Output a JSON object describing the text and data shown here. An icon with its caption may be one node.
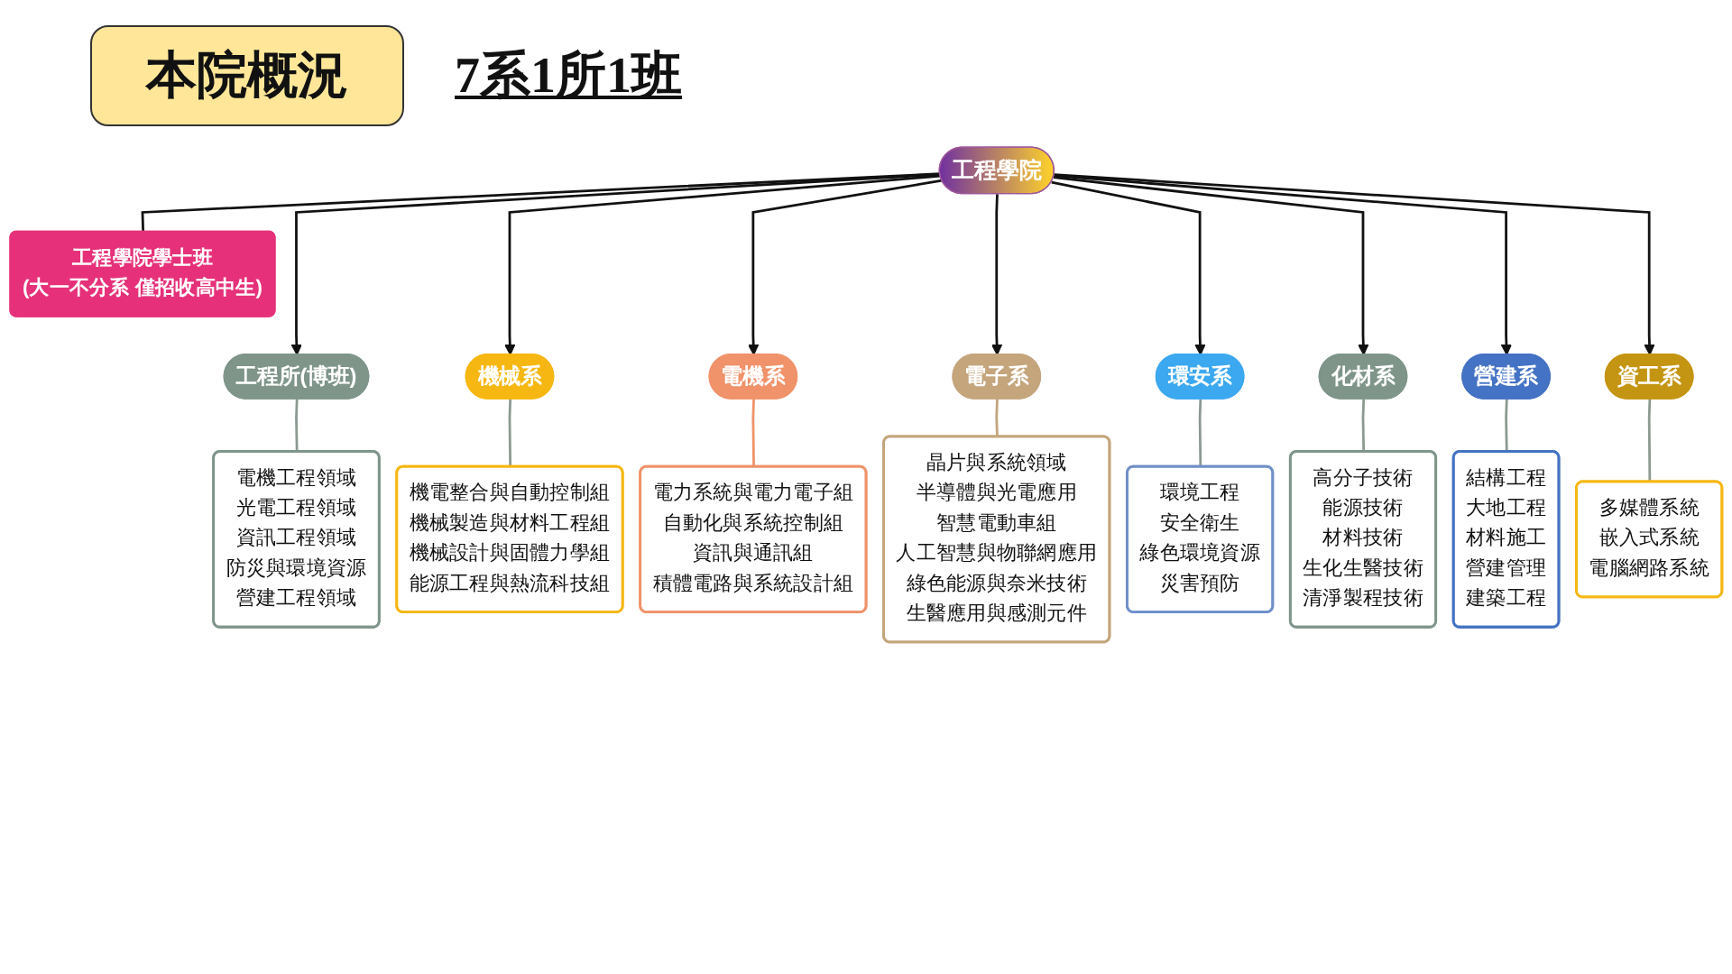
{
  "diagram": {
    "title": "本院概況",
    "nodes": [
      {
        "text": [
          "工程學院"
        ]
      },
      {
        "text": [
          "工程學院學士班",
          "(大一不分系 僅招收高中生)"
        ]
      },
      {
        "text": [
          "工程所(博班)"
        ]
      },
      {
        "text": [
          "機械系"
        ]
      },
      {
        "text": [
          "電機系"
        ]
      },
      {
        "text": [
          "電子系"
        ]
      },
      {
        "text": [
          "環安系"
        ]
      },
      {
        "text": [
          "化材系"
        ]
      },
      {
        "text": [
          "營建系"
        ]
      },
      {
        "text": [
          "資工系"
        ]
      },
      {
        "text": [
          "電機工程領域",
          "光電工程領域",
          "資訊工程領域",
          "防災與環境資源",
          "營建工程領域"
        ]
      },
      {
        "text": [
          "機電整合與自動控制組",
          "機械製造與材料工程組",
          "機械設計與固體力學組",
          "能源工程與熱流科技組"
        ]
      },
      {
        "text": [
          "電力系統與電力電子組",
          "自動化與系統控制組",
          "資訊與通訊組",
          "積體電路與系統設計組"
        ]
      },
      {
        "text": [
          "晶片與系統領域",
          "半導體與光電應用",
          "智慧電動車組",
          "人工智慧與物聯網應用",
          "綠色能源與奈米技術",
          "生醫應用與感測元件"
        ]
      },
      {
        "text": [
          "環境工程",
          "安全衛生",
          "綠色環境資源",
          "災害預防"
        ]
      },
      {
        "text": [
          "高分子技術",
          "能源技術",
          "材料技術",
          "生化生醫技術",
          "清淨製程技術"
        ]
      },
      {
        "text": [
          "結構工程",
          "大地工程",
          "材料施工",
          "營建管理",
          "建築工程"
        ]
      },
      {
        "text": [
          "多媒體系統",
          "嵌入式系統",
          "電腦網路系統"
        ]
      }
    ],
    "edges": [
      {
        "from": 0,
        "to": 2,
        "arrow": "to"
      },
      {
        "from": 0,
        "to": 3,
        "arrow": "to"
      },
      {
        "from": 0,
        "to": 4,
        "arrow": "to"
      },
      {
        "from": 0,
        "to": 5,
        "arrow": "to"
      },
      {
        "from": 0,
        "to": 6,
        "arrow": "to"
      },
      {
        "from": 0,
        "to": 7,
        "arrow": "to"
      },
      {
        "from": 0,
        "to": 8,
        "arrow": "to"
      },
      {
        "from": 0,
        "to": 9,
        "arrow": "to"
      },
      {
        "from": 0,
        "to": 1,
        "arrow": "none"
      },
      {
        "from": 2,
        "to": 10,
        "arrow": "none",
        "color": "#8c9a91"
      },
      {
        "from": 3,
        "to": 11,
        "arrow": "none",
        "color": "#8c9a91"
      },
      {
        "from": 4,
        "to": 12,
        "arrow": "none",
        "color": "#f0926a"
      },
      {
        "from": 5,
        "to": 13,
        "arrow": "none",
        "color": "#c4a57c"
      },
      {
        "from": 6,
        "to": 14,
        "arrow": "none",
        "color": "#8c9a91"
      },
      {
        "from": 7,
        "to": 15,
        "arrow": "none",
        "color": "#8c9a91"
      },
      {
        "from": 8,
        "to": 16,
        "arrow": "none",
        "color": "#8c9a91"
      },
      {
        "from": 9,
        "to": 17,
        "arrow": "none",
        "color": "#8c9a91"
      }
    ],
    "labels": [
      "7系1所1班"
    ]
  }
}
